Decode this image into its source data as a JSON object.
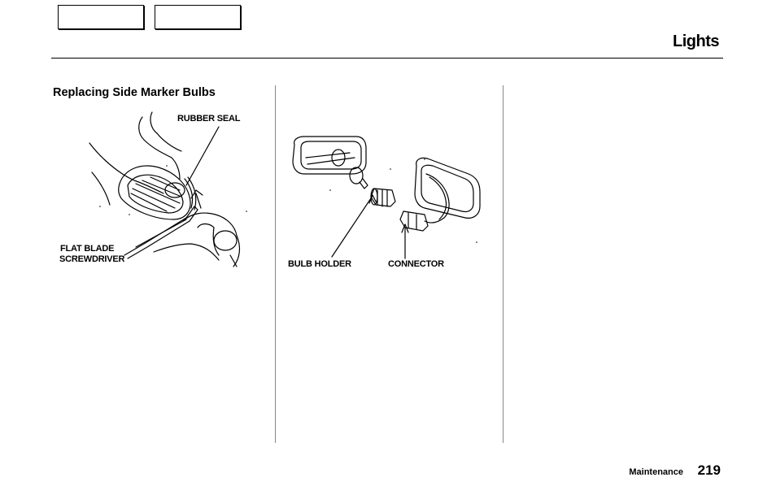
{
  "header": {
    "title": "Lights"
  },
  "section": {
    "heading": "Replacing Side Marker Bulbs"
  },
  "figure1": {
    "labels": {
      "rubber_seal": "RUBBER SEAL",
      "flat_blade": "FLAT BLADE",
      "screwdriver": "SCREWDRIVER"
    }
  },
  "figure2": {
    "labels": {
      "bulb_holder": "BULB HOLDER",
      "connector": "CONNECTOR"
    }
  },
  "footer": {
    "section": "Maintenance",
    "page_number": "219"
  }
}
